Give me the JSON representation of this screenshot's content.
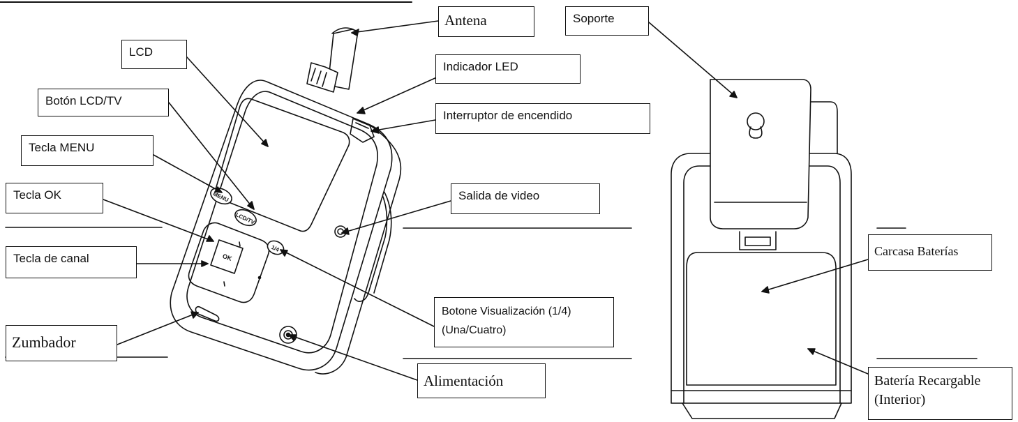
{
  "labels": {
    "antena": "Antena",
    "soporte": "Soporte",
    "lcd": "LCD",
    "indicador_led": "Indicador LED",
    "boton_lcd_tv": "Botón LCD/TV",
    "interruptor": "Interruptor de encendido",
    "tecla_menu": "Tecla MENU",
    "tecla_ok": "Tecla OK",
    "salida_video": "Salida de video",
    "tecla_canal": "Tecla de canal",
    "carcasa_baterias": "Carcasa Baterías",
    "visualizacion_line1": "Botone Visualización (1/4)",
    "visualizacion_line2": "(Una/Cuatro)",
    "zumbador": "Zumbador",
    "alimentacion": "Alimentación",
    "bateria_line1": "Batería Recargable",
    "bateria_line2": "(Interior)"
  },
  "device_print": {
    "menu": "MENU",
    "lcd_tv": "LCD/TV",
    "ok": "OK",
    "quad": "1/4"
  },
  "colors": {
    "ink": "#111111",
    "paper": "#ffffff"
  }
}
